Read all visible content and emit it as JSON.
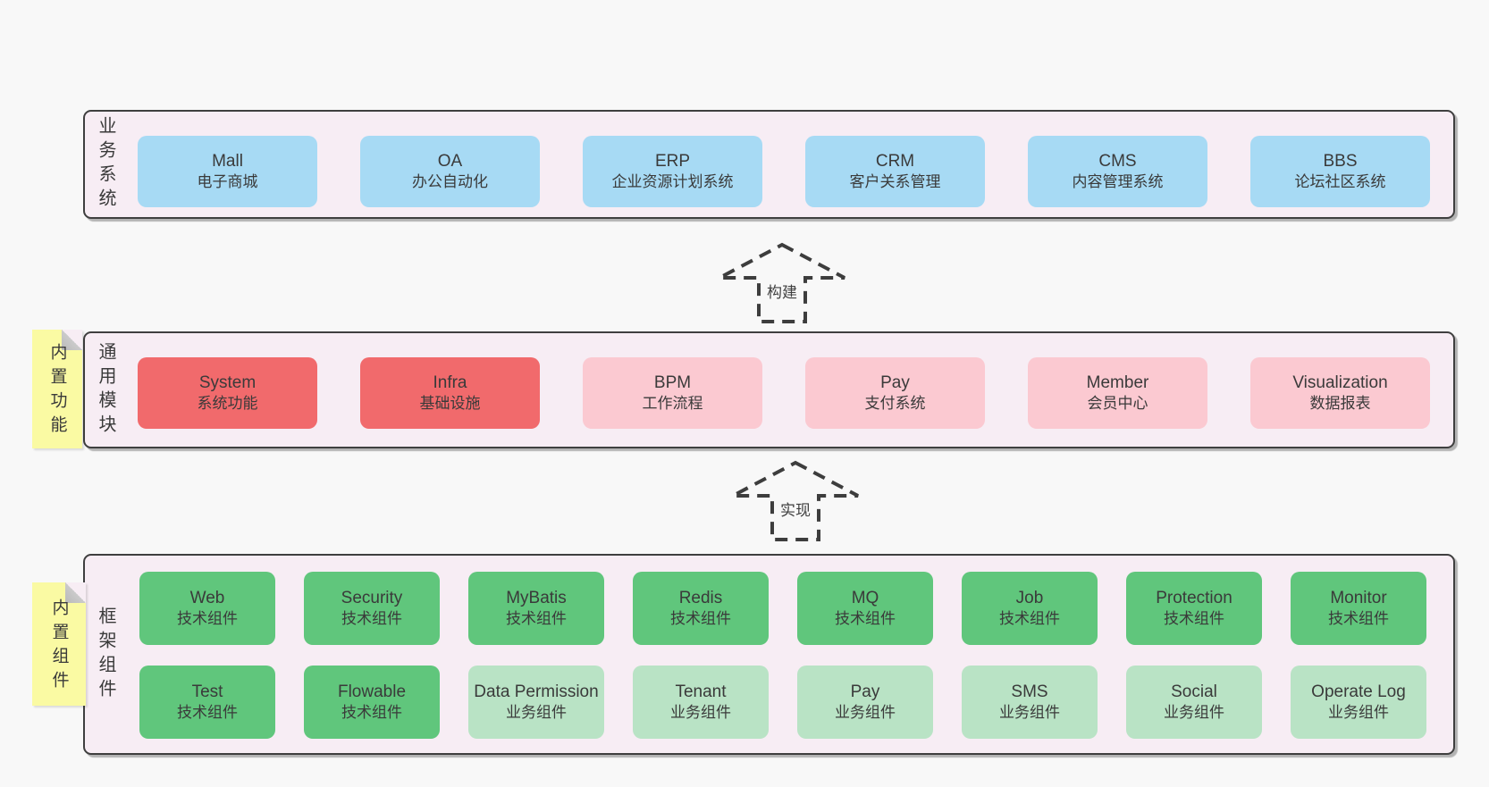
{
  "colors": {
    "page_bg": "#f8f8f8",
    "container_bg": "#f7edf4",
    "container_border": "#3f3f3f",
    "blue": "#a7daf4",
    "red": "#f16a6c",
    "pink": "#fbc9d1",
    "green": "#60c67c",
    "green_light": "#b9e3c5",
    "note_yellow": "#fafaa3",
    "text": "#3a3a3a"
  },
  "arrows": [
    {
      "label": "构建"
    },
    {
      "label": "实现"
    }
  ],
  "layers": {
    "business": {
      "label": "业务系统",
      "boxes": [
        {
          "title": "Mall",
          "subtitle": "电子商城",
          "variant": "blue"
        },
        {
          "title": "OA",
          "subtitle": "办公自动化",
          "variant": "blue"
        },
        {
          "title": "ERP",
          "subtitle": "企业资源计划系统",
          "variant": "blue"
        },
        {
          "title": "CRM",
          "subtitle": "客户关系管理",
          "variant": "blue"
        },
        {
          "title": "CMS",
          "subtitle": "内容管理系统",
          "variant": "blue"
        },
        {
          "title": "BBS",
          "subtitle": "论坛社区系统",
          "variant": "blue"
        }
      ]
    },
    "modules": {
      "label": "通用模块",
      "note": "内置功能",
      "boxes": [
        {
          "title": "System",
          "subtitle": "系统功能",
          "variant": "red"
        },
        {
          "title": "Infra",
          "subtitle": "基础设施",
          "variant": "red"
        },
        {
          "title": "BPM",
          "subtitle": "工作流程",
          "variant": "pink"
        },
        {
          "title": "Pay",
          "subtitle": "支付系统",
          "variant": "pink"
        },
        {
          "title": "Member",
          "subtitle": "会员中心",
          "variant": "pink"
        },
        {
          "title": "Visualization",
          "subtitle": "数据报表",
          "variant": "pink"
        }
      ]
    },
    "components": {
      "label": "框架组件",
      "note": "内置组件",
      "row1": [
        {
          "title": "Web",
          "subtitle": "技术组件",
          "variant": "green"
        },
        {
          "title": "Security",
          "subtitle": "技术组件",
          "variant": "green"
        },
        {
          "title": "MyBatis",
          "subtitle": "技术组件",
          "variant": "green"
        },
        {
          "title": "Redis",
          "subtitle": "技术组件",
          "variant": "green"
        },
        {
          "title": "MQ",
          "subtitle": "技术组件",
          "variant": "green"
        },
        {
          "title": "Job",
          "subtitle": "技术组件",
          "variant": "green"
        },
        {
          "title": "Protection",
          "subtitle": "技术组件",
          "variant": "green"
        },
        {
          "title": "Monitor",
          "subtitle": "技术组件",
          "variant": "green"
        }
      ],
      "row2": [
        {
          "title": "Test",
          "subtitle": "技术组件",
          "variant": "green"
        },
        {
          "title": "Flowable",
          "subtitle": "技术组件",
          "variant": "green"
        },
        {
          "title": "Data Permission",
          "subtitle": "业务组件",
          "variant": "green-light"
        },
        {
          "title": "Tenant",
          "subtitle": "业务组件",
          "variant": "green-light"
        },
        {
          "title": "Pay",
          "subtitle": "业务组件",
          "variant": "green-light"
        },
        {
          "title": "SMS",
          "subtitle": "业务组件",
          "variant": "green-light"
        },
        {
          "title": "Social",
          "subtitle": "业务组件",
          "variant": "green-light"
        },
        {
          "title": "Operate Log",
          "subtitle": "业务组件",
          "variant": "green-light"
        }
      ]
    }
  }
}
